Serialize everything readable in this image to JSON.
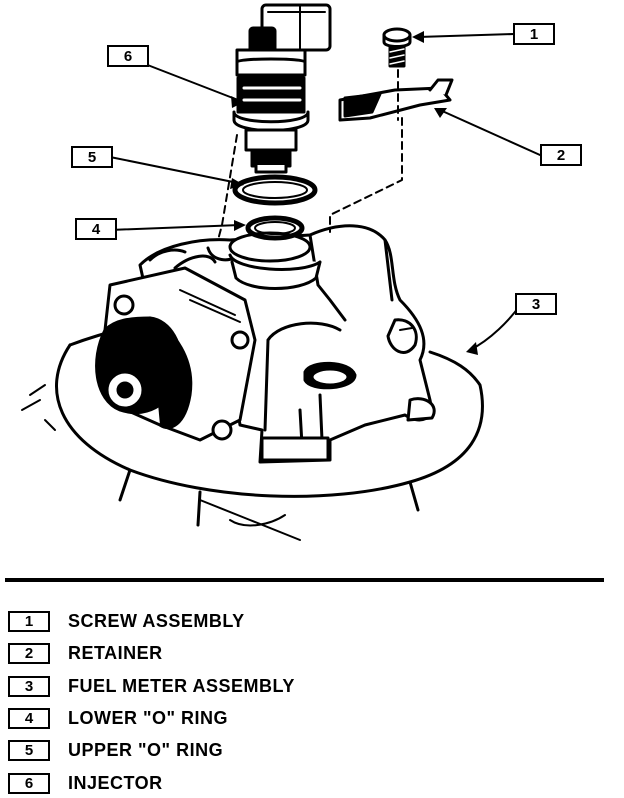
{
  "callouts": [
    "1",
    "2",
    "3",
    "4",
    "5",
    "6"
  ],
  "legend": [
    {
      "num": "1",
      "label": "SCREW ASSEMBLY"
    },
    {
      "num": "2",
      "label": "RETAINER"
    },
    {
      "num": "3",
      "label": "FUEL METER ASSEMBLY"
    },
    {
      "num": "4",
      "label": "LOWER \"O\" RING"
    },
    {
      "num": "5",
      "label": "UPPER \"O\" RING"
    },
    {
      "num": "6",
      "label": "INJECTOR"
    }
  ]
}
